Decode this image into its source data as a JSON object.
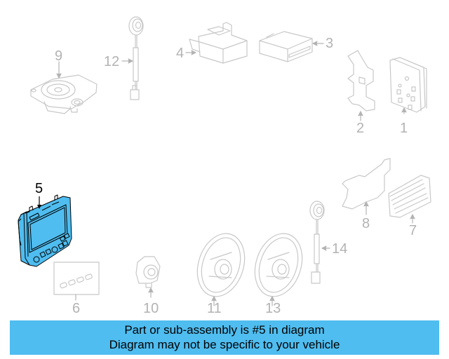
{
  "diagram": {
    "highlighted_part": "5",
    "colors": {
      "highlight_fill": "#4fbdf0",
      "highlight_stroke": "#000000",
      "part_stroke": "#c8c8c8",
      "label_gray": "#b3b3b3",
      "banner_bg": "#4fbdf0"
    },
    "callouts": [
      {
        "id": "1",
        "label": "1"
      },
      {
        "id": "2",
        "label": "2"
      },
      {
        "id": "3",
        "label": "3"
      },
      {
        "id": "4",
        "label": "4"
      },
      {
        "id": "5",
        "label": "5"
      },
      {
        "id": "6",
        "label": "6"
      },
      {
        "id": "7",
        "label": "7"
      },
      {
        "id": "8",
        "label": "8"
      },
      {
        "id": "9",
        "label": "9"
      },
      {
        "id": "10",
        "label": "10"
      },
      {
        "id": "11",
        "label": "11"
      },
      {
        "id": "12",
        "label": "12"
      },
      {
        "id": "13",
        "label": "13"
      },
      {
        "id": "14",
        "label": "14"
      }
    ]
  },
  "banner": {
    "line1": "Part or sub-assembly is #5 in diagram",
    "line2": "Diagram may not be specific to your vehicle"
  }
}
